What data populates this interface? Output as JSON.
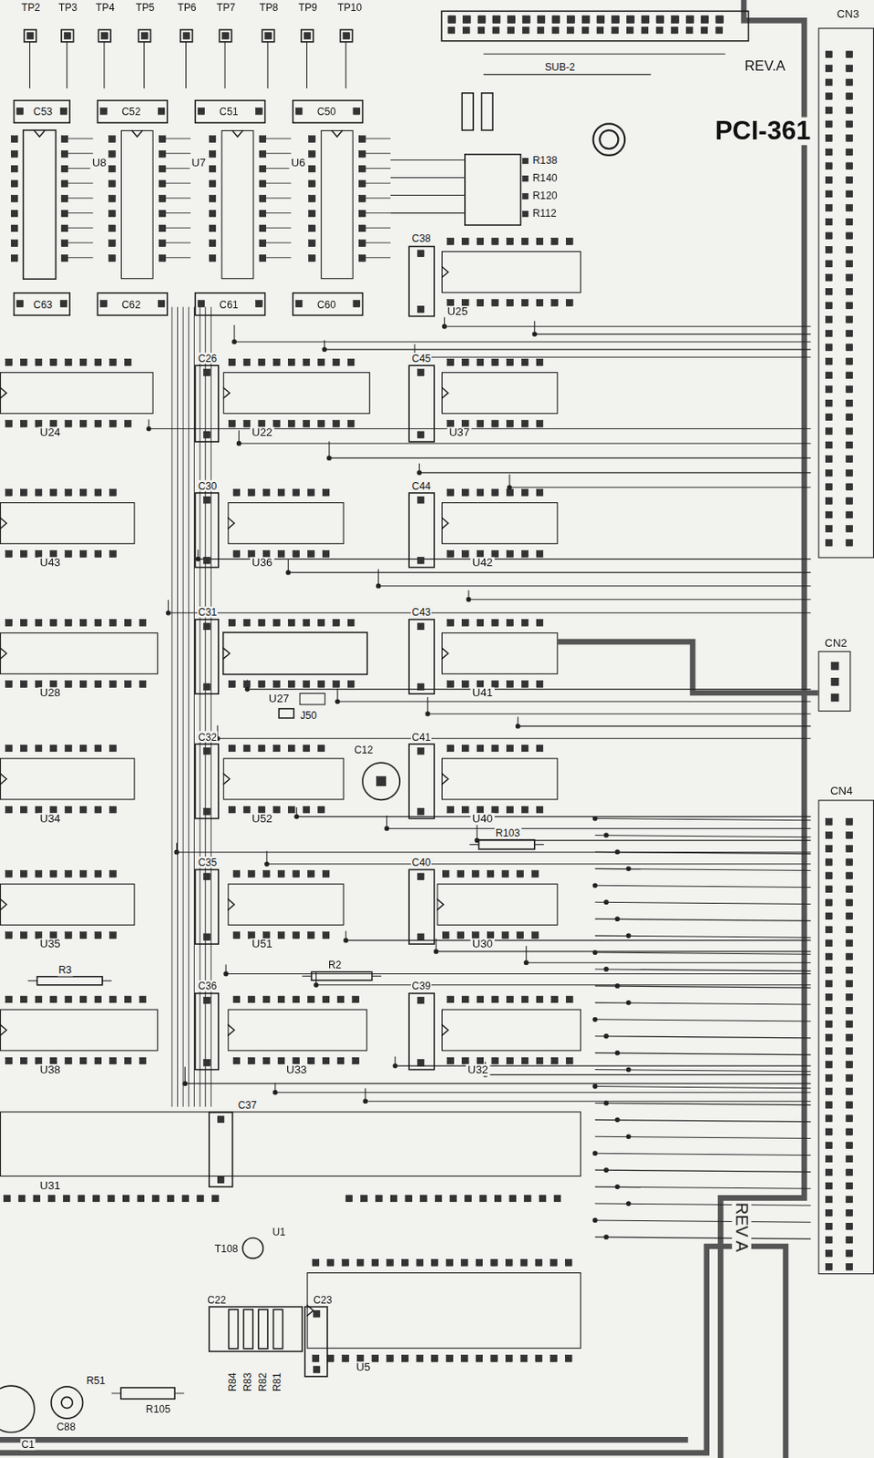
{
  "diagram": {
    "nodes": [
      {
        "text": [
          "CN3"
        ]
      },
      {
        "text": [
          "U8"
        ]
      },
      {
        "text": [
          "U7"
        ]
      },
      {
        "text": [
          "U6"
        ]
      },
      {
        "text": [
          "U25"
        ]
      },
      {
        "text": [
          "U24"
        ]
      },
      {
        "text": [
          "U22"
        ]
      },
      {
        "text": [
          "U37"
        ]
      },
      {
        "text": [
          "U43"
        ]
      },
      {
        "text": [
          "U36"
        ]
      },
      {
        "text": [
          "U42"
        ]
      },
      {
        "text": [
          "U28"
        ]
      },
      {
        "text": [
          "U27"
        ]
      },
      {
        "text": [
          "U41"
        ]
      },
      {
        "text": [
          "CN2"
        ]
      },
      {
        "text": [
          "U34"
        ]
      },
      {
        "text": [
          "U52"
        ]
      },
      {
        "text": [
          "U40"
        ]
      },
      {
        "text": [
          "CN4"
        ]
      },
      {
        "text": [
          "U35"
        ]
      },
      {
        "text": [
          "U51"
        ]
      },
      {
        "text": [
          "U30"
        ]
      },
      {
        "text": [
          "U38"
        ]
      },
      {
        "text": [
          "U33"
        ]
      },
      {
        "text": [
          "U32"
        ]
      },
      {
        "text": [
          "U31"
        ]
      },
      {
        "text": [
          "U5"
        ]
      }
    ],
    "labels": [
      "TP2",
      "TP3",
      "TP4",
      "TP5",
      "TP6",
      "TP7",
      "TP8",
      "TP9",
      "TP10",
      "SUB-2",
      "REV.A",
      "PCI-361",
      "R138",
      "R140",
      "R120",
      "R112",
      "C53",
      "C52",
      "C51",
      "C50",
      "C63",
      "C62",
      "C61",
      "C60",
      "C38",
      "C26",
      "C45",
      "C30",
      "C44",
      "C31",
      "C43",
      "J50",
      "C32",
      "C12",
      "C41",
      "R103",
      "C35",
      "C40",
      "R3",
      "R2",
      "C36",
      "C39",
      "C37",
      "U1",
      "T108",
      "C22",
      "C23",
      "R84",
      "R83",
      "R82",
      "R81",
      "R51",
      "R105",
      "C88",
      "C1",
      "REV A"
    ]
  }
}
